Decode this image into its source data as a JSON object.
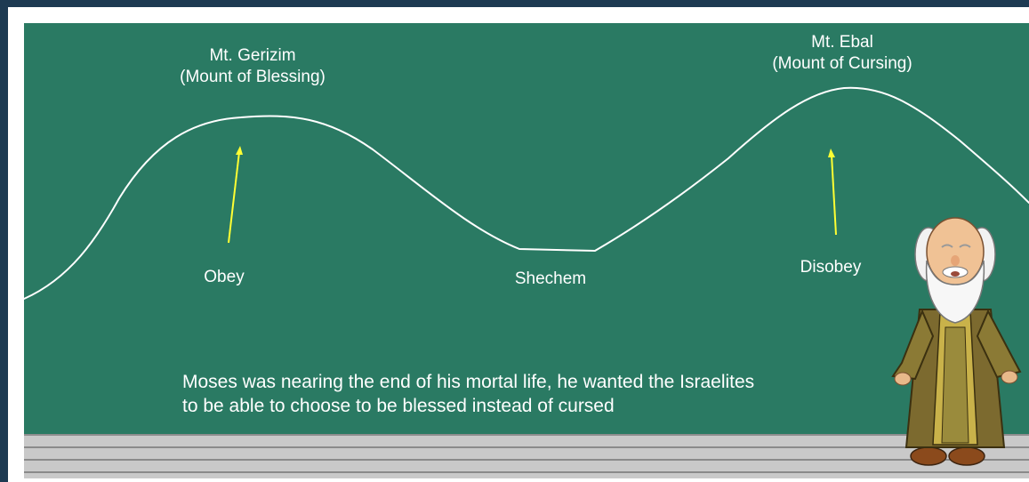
{
  "labels": {
    "gerizim_name": "Mt. Gerizim",
    "gerizim_sub": "(Mount of Blessing)",
    "ebal_name": "Mt. Ebal",
    "ebal_sub": "(Mount of Cursing)",
    "obey": "Obey",
    "shechem": "Shechem",
    "disobey": "Disobey"
  },
  "caption": {
    "line1": "Moses was nearing the end of his mortal life, he wanted the Israelites",
    "line2": "to be able to choose to be blessed instead of cursed"
  },
  "colors": {
    "chalkboard": "#2a7a63",
    "chalk_line": "#ffffff",
    "arrow": "#ffff33",
    "frame": "#1d3a52"
  },
  "icons": {
    "character": "moses-figure",
    "arrows": "up-arrow"
  }
}
